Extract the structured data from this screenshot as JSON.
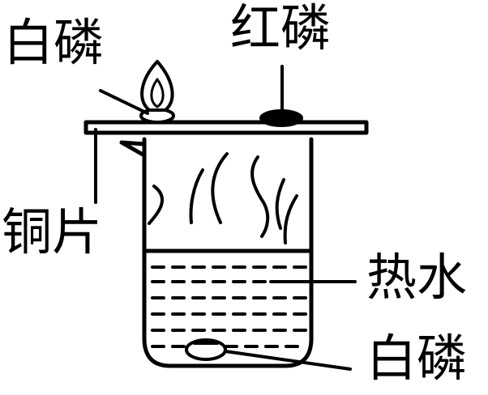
{
  "labels": {
    "top_left": "白磷",
    "top_right": "红磷",
    "left": "铜片",
    "right_middle": "热水",
    "right_bottom": "白磷"
  },
  "colors": {
    "ink": "#000000",
    "background": "#ffffff"
  }
}
